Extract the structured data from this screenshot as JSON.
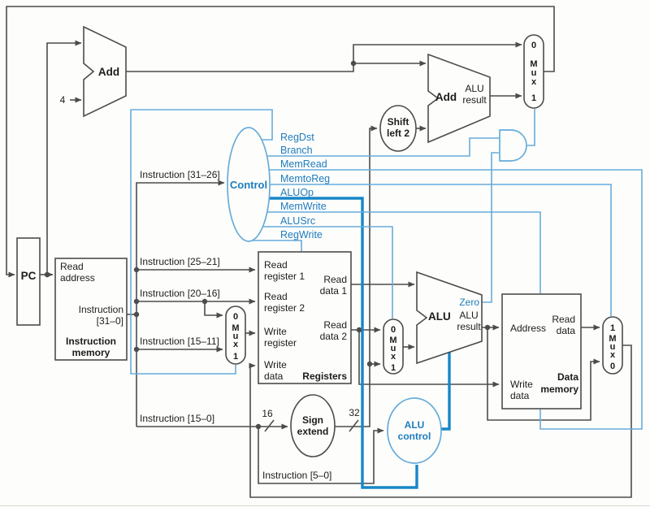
{
  "colors": {
    "wire": "#4c4c4c",
    "blue_line": "#66acdc",
    "blue_thick": "#1787c9",
    "blue_text": "#1e7cbe",
    "text": "#1c1c1c",
    "background": "#fdfdfb"
  },
  "pc": {
    "label": "PC"
  },
  "instruction_memory": {
    "name": [
      "Instruction",
      "memory"
    ],
    "read_address": [
      "Read",
      "address"
    ],
    "instruction_out": [
      "Instruction",
      "[31–0]"
    ]
  },
  "registers": {
    "name": "Registers",
    "read_register_1": [
      "Read",
      "register 1"
    ],
    "read_register_2": [
      "Read",
      "register 2"
    ],
    "write_register": [
      "Write",
      "register"
    ],
    "write_data": [
      "Write",
      "data"
    ],
    "read_data_1": [
      "Read",
      "data 1"
    ],
    "read_data_2": [
      "Read",
      "data 2"
    ]
  },
  "data_memory": {
    "name": [
      "Data",
      "memory"
    ],
    "address": "Address",
    "read_data": [
      "Read",
      "data"
    ],
    "write_data": [
      "Write",
      "data"
    ]
  },
  "alu": {
    "name": "ALU",
    "result": [
      "ALU",
      "result"
    ],
    "zero": "Zero"
  },
  "adders": {
    "pc_add": {
      "name": "Add"
    },
    "branch_add": {
      "name": "Add",
      "result": [
        "ALU",
        "result"
      ]
    }
  },
  "shift_left_2": [
    "Shift",
    "left 2"
  ],
  "sign_extend": [
    "Sign",
    "extend"
  ],
  "alu_control": [
    "ALU",
    "control"
  ],
  "control": {
    "name": "Control",
    "input_label": "Instruction [31–26]",
    "signals": [
      "RegDst",
      "Branch",
      "MemRead",
      "MemtoReg",
      "ALUOp",
      "MemWrite",
      "ALUSrc",
      "RegWrite"
    ]
  },
  "instruction_fields": {
    "i2521": "Instruction [25–21]",
    "i2016": "Instruction [20–16]",
    "i1511": "Instruction [15–11]",
    "i150": "Instruction [15–0]",
    "i50": "Instruction [5–0]"
  },
  "constants": {
    "four": "4",
    "sixteen": "16",
    "thirtytwo": "32"
  },
  "muxes": {
    "regdst": [
      "0",
      "M",
      "u",
      "x",
      "1"
    ],
    "alusrc": [
      "0",
      "M",
      "u",
      "x",
      "1"
    ],
    "pcsrc": [
      "0",
      "M",
      "u",
      "x",
      "1"
    ],
    "memtoreg": [
      "1",
      "M",
      "u",
      "x",
      "0"
    ]
  }
}
